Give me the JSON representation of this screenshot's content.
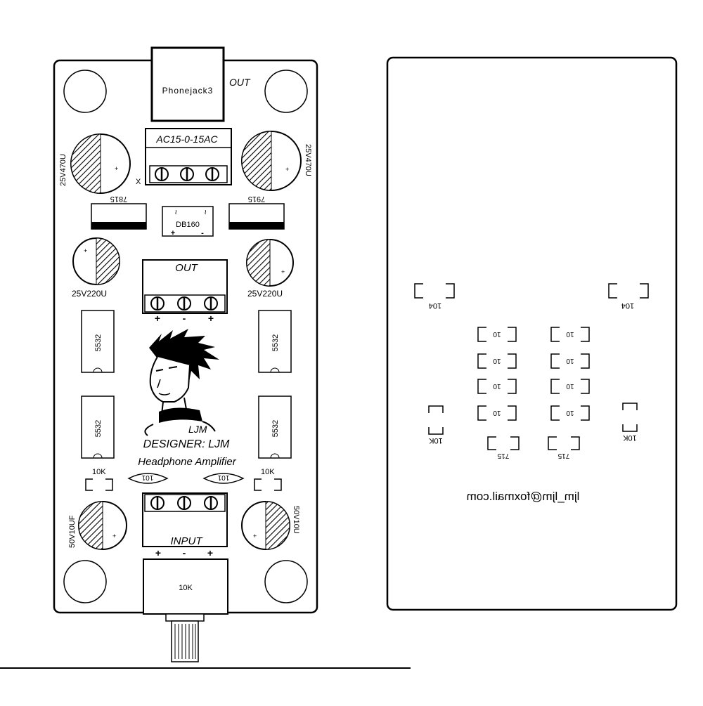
{
  "front": {
    "phonejack_label": "Phonejack3",
    "out_top_label": "OUT",
    "power_terminal_label": "AC15-0-15AC",
    "x_mark": "X",
    "cap_left_top": "25V470U",
    "cap_right_top": "25V470U",
    "reg_left": "7815",
    "reg_right": "7915",
    "bridge_label": "DB160",
    "bridge_plus": "+",
    "bridge_minus": "-",
    "bridge_tilde_left": "~",
    "bridge_tilde_right": "~",
    "cap_left_mid": "25V220U",
    "cap_right_mid": "25V220U",
    "out_terminal_label": "OUT",
    "ic_label": "5532",
    "pol_plus": "+",
    "pol_minus": "-",
    "cap_polarity": "+",
    "designer_label": "DESIGNER: LJM",
    "signature": "LJM",
    "title_label": "Headphone Amplifier",
    "res_left": "10K",
    "res_right": "10K",
    "cap101": "101",
    "cap_left_bottom": "50V10UF",
    "cap_right_bottom": "50V10U",
    "input_label": "INPUT",
    "pot_label": "10K"
  },
  "back": {
    "cap104": "104",
    "cap_small": "10",
    "res_10k": "10K",
    "diode": "715",
    "email": "ljm_ljm@foxmail.com"
  }
}
